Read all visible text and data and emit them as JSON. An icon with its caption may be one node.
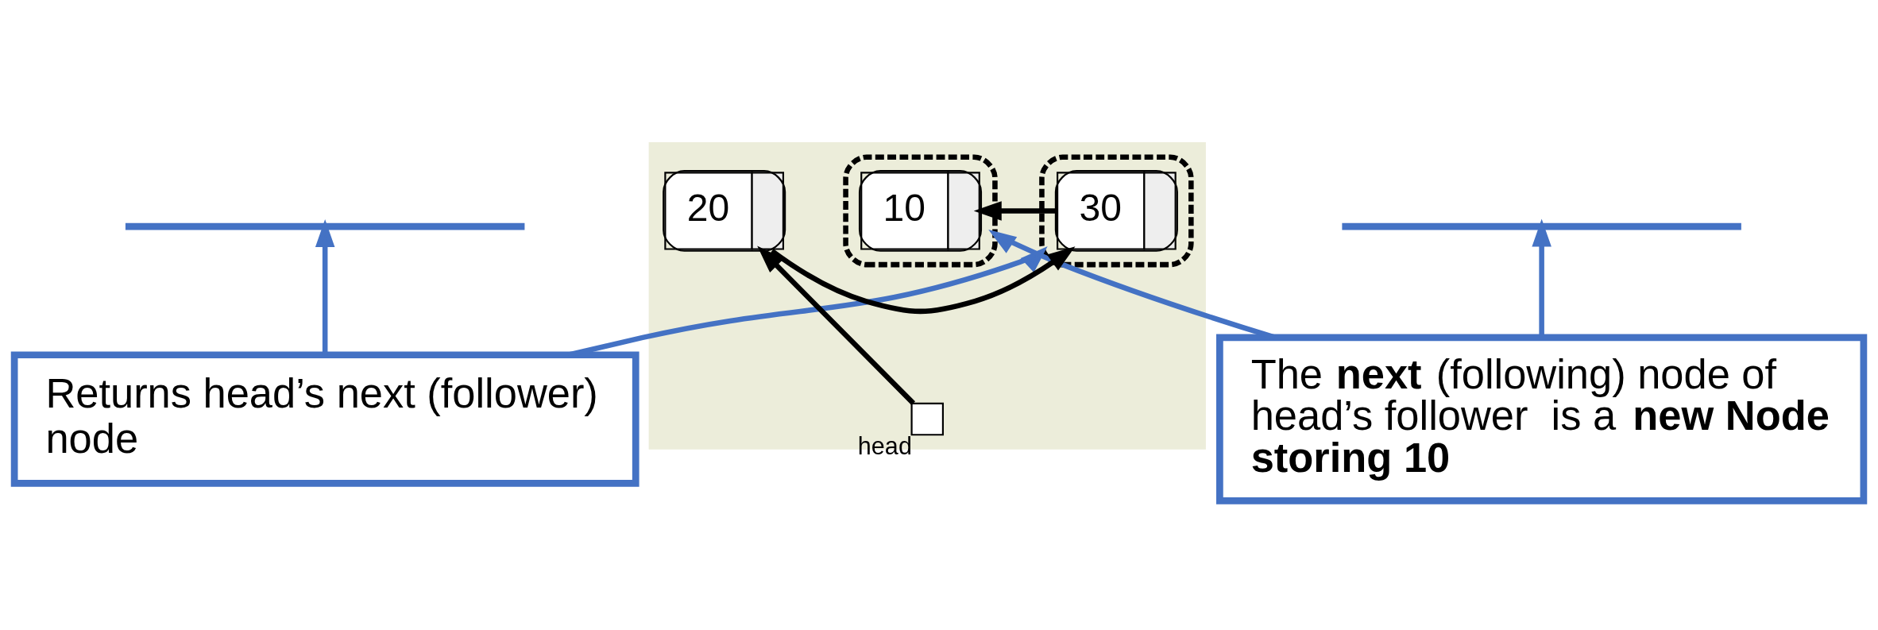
{
  "diagram": {
    "nodes": [
      {
        "text": [],
        "shape": "bracket"
      },
      {
        "text": [],
        "shape": "bracket"
      },
      {
        "text": [
          "Returns head’s next (follower) node"
        ]
      },
      {
        "text": [
          "The **next** (following) node of head’s follower  is a **new Node storing 10**"
        ]
      },
      {
        "text": [],
        "shape": "box"
      },
      {
        "text": [],
        "shape": "box",
        "in": 4,
        "beside": [
          "head"
        ]
      },
      {
        "text": [
          "20"
        ],
        "in": 4
      },
      {
        "text": [],
        "shape": "ellipse",
        "in": 4
      },
      {
        "text": [
          "30"
        ],
        "in": 7
      },
      {
        "text": [],
        "shape": "ellipse",
        "in": 4
      },
      {
        "text": [
          "10"
        ],
        "in": 9
      }
    ],
    "edges": [
      {
        "from": 2,
        "to": 0,
        "arrow": "to"
      },
      {
        "from": 3,
        "to": 1,
        "arrow": "to"
      },
      {
        "from": 2,
        "to": 7,
        "arrow": "to"
      },
      {
        "from": 3,
        "to": 9,
        "arrow": "to"
      },
      {
        "from": 5,
        "to": 6,
        "arrow": "to",
        "color": "#000000"
      },
      {
        "from": 6,
        "to": 8,
        "arrow": "to",
        "color": "#000000"
      },
      {
        "from": 8,
        "to": 10,
        "arrow": "to",
        "color": "#000000"
      }
    ]
  }
}
